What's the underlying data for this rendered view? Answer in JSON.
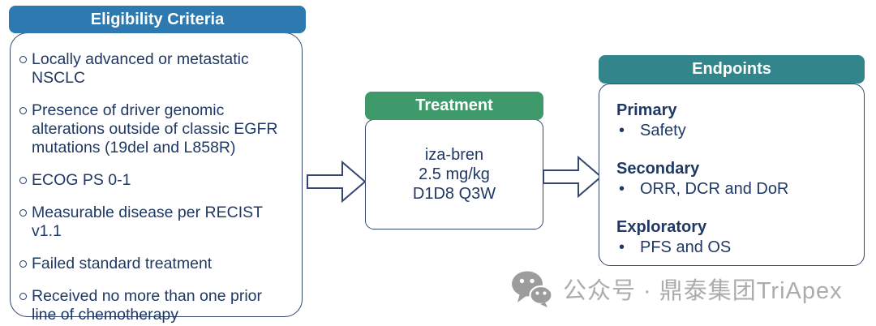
{
  "colors": {
    "eligibility_header_bg": "#2E79AF",
    "treatment_header_bg": "#3E9A6A",
    "endpoints_header_bg": "#31858B",
    "box_border": "#33466F",
    "body_text": "#1F3864",
    "watermark_gray": "#ACACAC"
  },
  "eligibility": {
    "title": "Eligibility Criteria",
    "items": [
      "Locally advanced or metastatic NSCLC",
      "Presence of driver genomic alterations outside of classic EGFR mutations (19del and L858R)",
      "ECOG PS 0-1",
      "Measurable disease per RECIST v1.1",
      "Failed standard treatment",
      "Received no more than one prior line of chemotherapy"
    ]
  },
  "treatment": {
    "title": "Treatment",
    "lines": [
      "iza-bren",
      "2.5 mg/kg",
      "D1D8 Q3W"
    ]
  },
  "endpoints": {
    "title": "Endpoints",
    "bullet": "•",
    "sections": [
      {
        "heading": "Primary",
        "item": "Safety"
      },
      {
        "heading": "Secondary",
        "item": "ORR, DCR and DoR"
      },
      {
        "heading": "Exploratory",
        "item": "PFS and OS"
      }
    ]
  },
  "watermark": {
    "icon": "wechat-icon",
    "text": "公众号 · 鼎泰集团TriApex"
  }
}
